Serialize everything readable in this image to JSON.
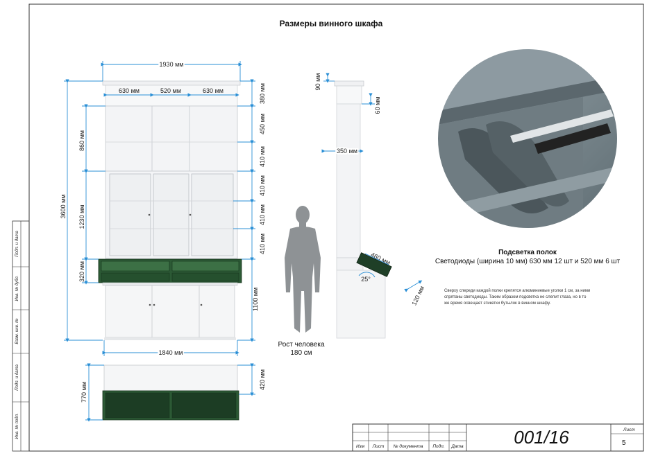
{
  "title": "Размеры винного шкафа",
  "front_view": {
    "width_total": "1930 мм",
    "width_sections": [
      "630 мм",
      "520 мм",
      "630 мм"
    ],
    "height_total": "3600 мм",
    "left_heights": [
      "860 мм",
      "1230 мм",
      "320 мм"
    ],
    "right_heights": [
      "380 мм",
      "450 мм",
      "410 мм",
      "410 мм",
      "410 мм",
      "410 мм",
      "1100 мм"
    ],
    "base_width": "1840 мм"
  },
  "side_view": {
    "top": "90 мм",
    "cornice": "60 мм",
    "depth": "350 мм",
    "drawer_depth": "460 мм",
    "drawer_angle": "25°",
    "drawer_height": "120 мм"
  },
  "plan_view": {
    "left_height": "770 мм",
    "right_height": "420 мм"
  },
  "person": {
    "caption_line1": "Рост человека",
    "caption_line2": "180 см"
  },
  "lighting": {
    "heading": "Подсветка полок",
    "subheading": "Светодиоды (ширина 10 мм) 630 мм 12 шт и 520 мм 6 шт",
    "note_lines": [
      "Сверху спереди каждой полки крепятся алюминиевые уголки 1 см, за ними",
      "спрятаны светодиоды. Таким образом подсветка не слепит глаза, но в то",
      "же время освещает этикетки бутылок в винном шкафу."
    ]
  },
  "title_block": {
    "columns": [
      "Изм",
      "Лист",
      "№ документа",
      "Подп.",
      "Дата"
    ],
    "doc_number": "001/16",
    "sheet_label": "Лист",
    "sheet_number": "5"
  },
  "side_strip": [
    "Подп. и дата",
    "Инв. № дубл.",
    "Взам. инв. №",
    "Подп. и дата",
    "Инв. № подл."
  ],
  "colors": {
    "dimension_line": "#2a8fd6",
    "cabinet_fill": "#f3f4f6",
    "drawer_green": "#1f4a28",
    "render_gray": "#7d8a91"
  }
}
